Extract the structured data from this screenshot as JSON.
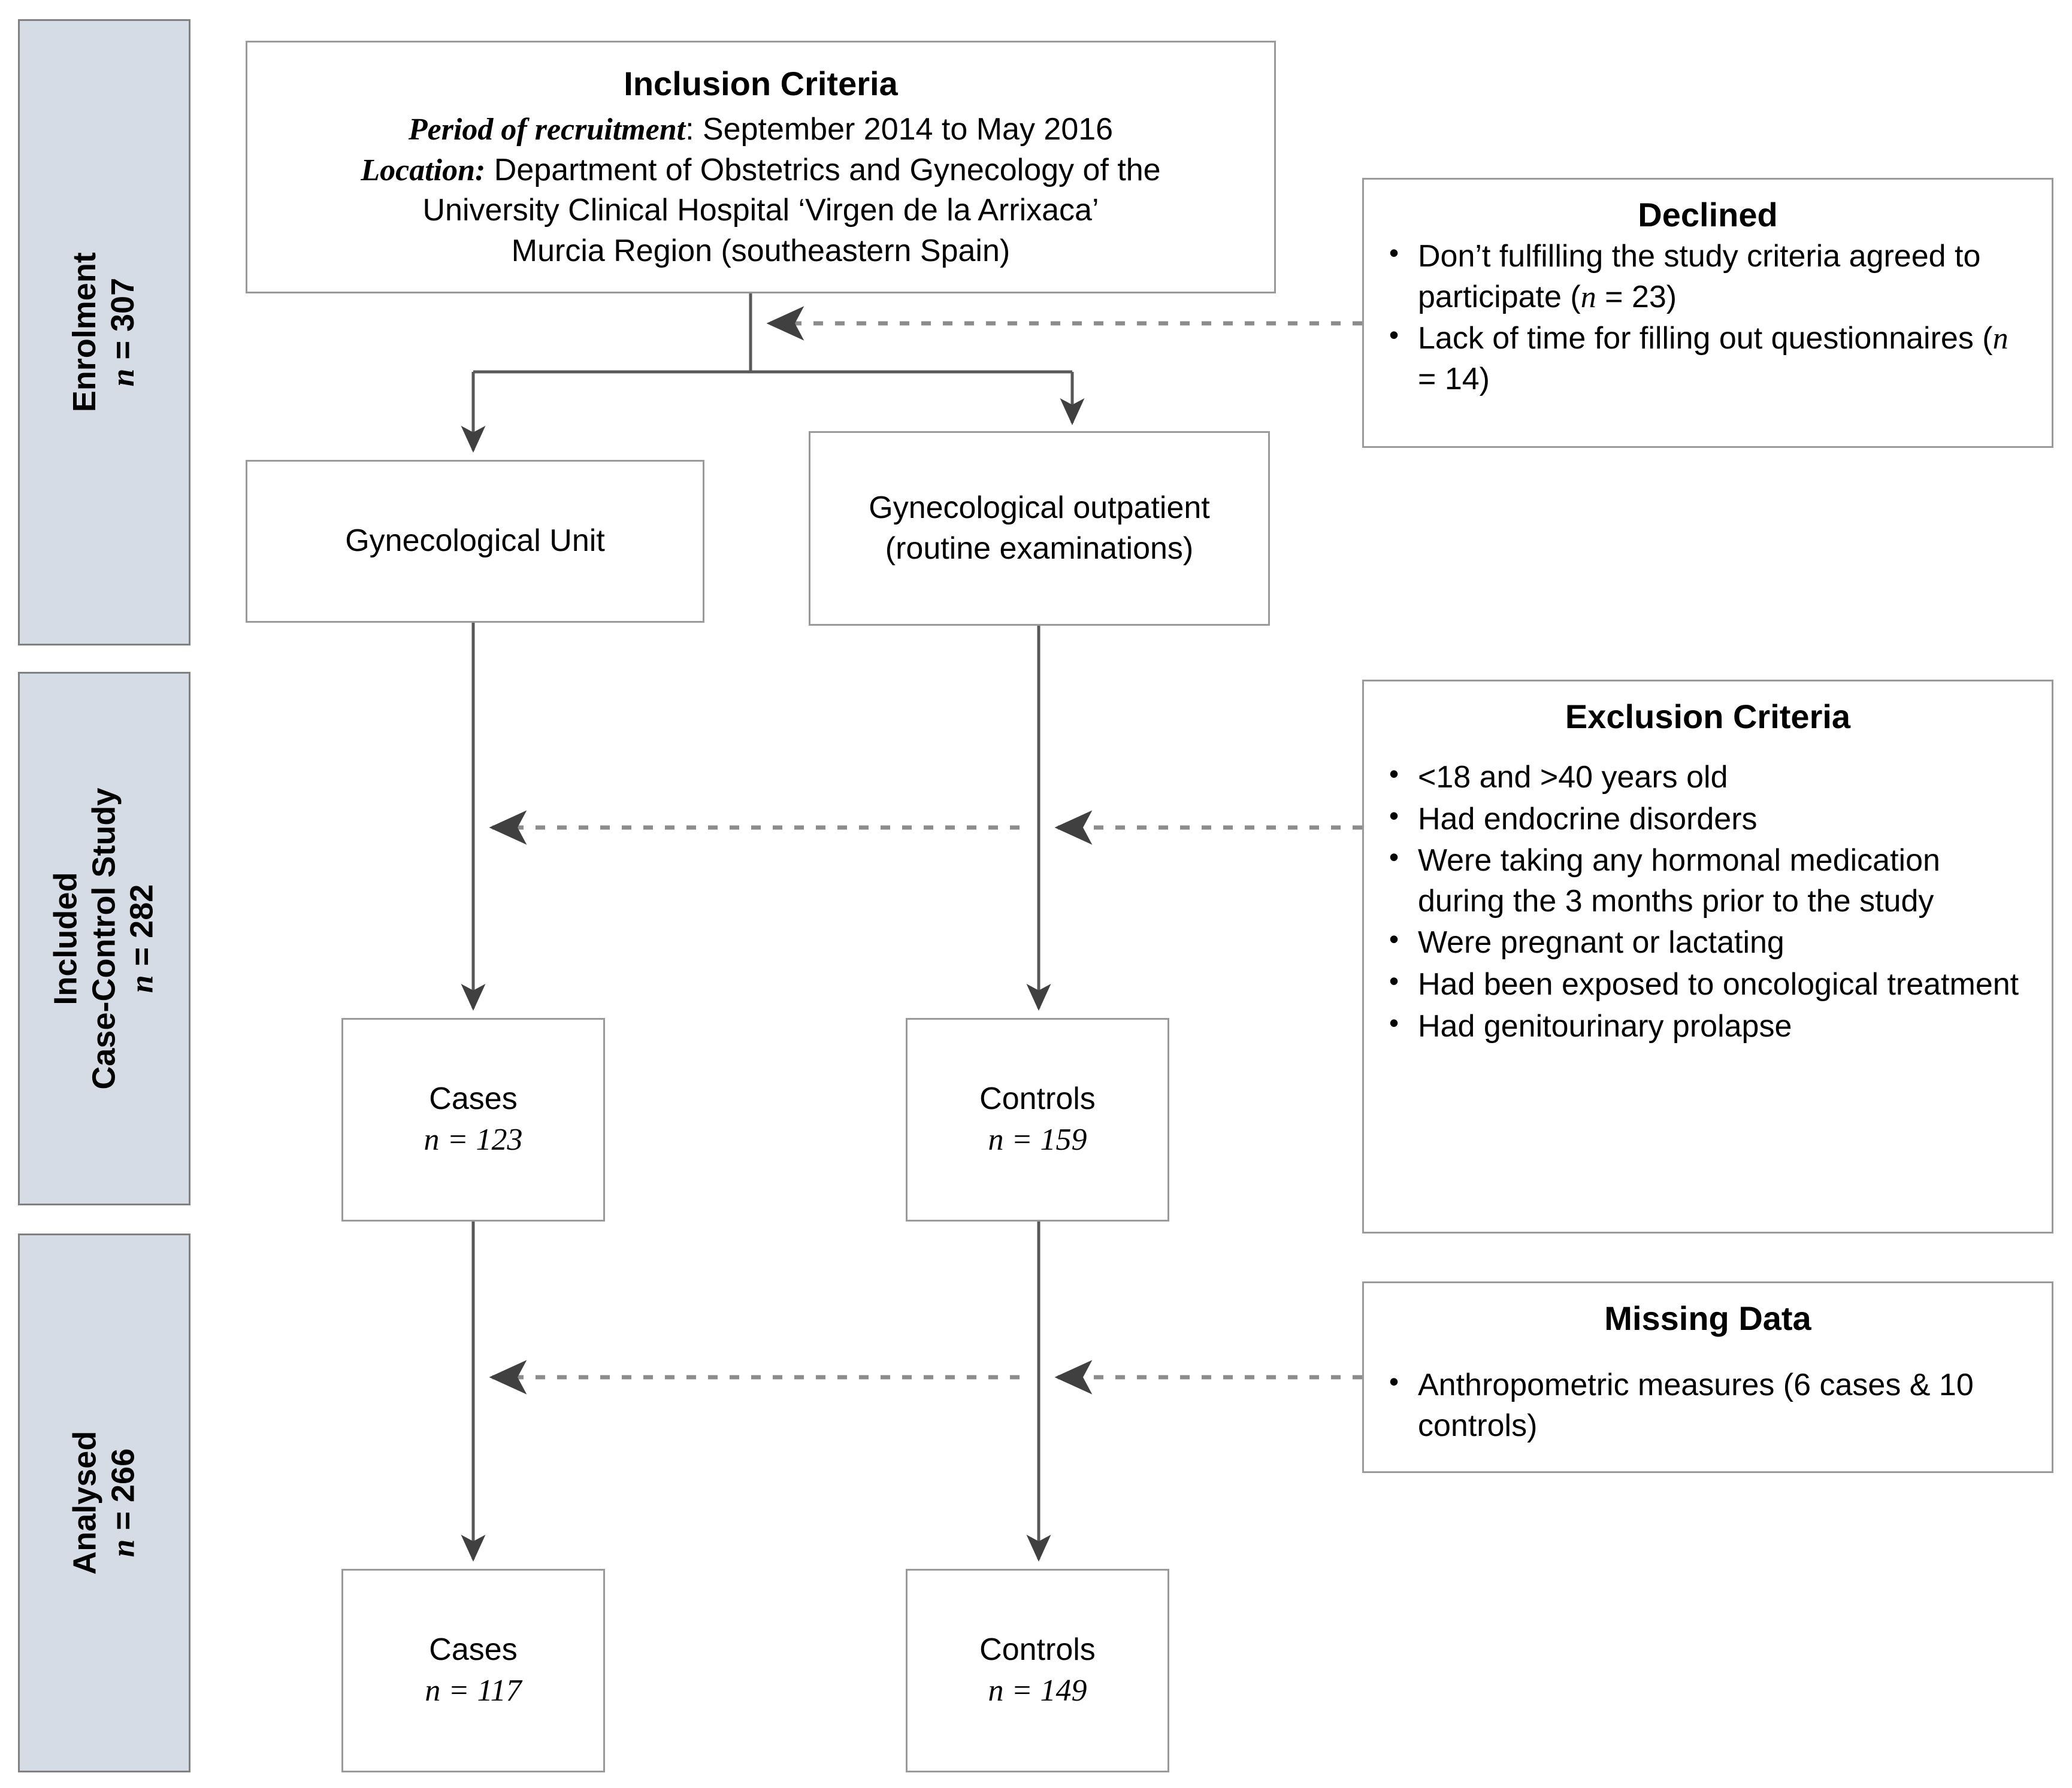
{
  "stages": [
    {
      "name": "enrolment",
      "label": "Enrolment",
      "n_label": "n",
      "n_value": "= 307"
    },
    {
      "name": "included-case-control",
      "label_line1": "Included",
      "label_line2": "Case-Control Study",
      "n_label": "n",
      "n_value": "= 282"
    },
    {
      "name": "analysed",
      "label": "Analysed",
      "n_label": "n",
      "n_value": "= 266"
    }
  ],
  "inclusion": {
    "title": "Inclusion Criteria",
    "period_label": "Period of recruitment",
    "period_value": ": September 2014 to May 2016",
    "location_label": "Location:",
    "location_value": " Department of Obstetrics and Gynecology of the",
    "location_line2": "University Clinical Hospital ‘Virgen de la Arrixaca’",
    "location_line3": "Murcia Region (southeastern Spain)"
  },
  "sources": {
    "unit": "Gynecological Unit",
    "outpatient_line1": "Gynecological outpatient",
    "outpatient_line2": "(routine examinations)"
  },
  "groups_included": {
    "cases_title": "Cases",
    "cases_n": "n = 123",
    "controls_title": "Controls",
    "controls_n": "n  = 159"
  },
  "groups_analysed": {
    "cases_title": "Cases",
    "cases_n": "n = 117",
    "controls_title": "Controls",
    "controls_n": "n  = 149"
  },
  "declined": {
    "title": "Declined",
    "items": [
      "Don’t fulfilling the study criteria agreed to participate (n = 23)",
      "Lack of time for filling out questionnaires (n = 14)"
    ]
  },
  "exclusion": {
    "title": "Exclusion Criteria",
    "items": [
      "<18 and >40 years old",
      "Had endocrine disorders",
      "Were taking any hormonal medication during the 3 months prior to the study",
      "Were pregnant or lactating",
      "Had been exposed to oncological treatment",
      "Had genitourinary prolapse"
    ]
  },
  "missing": {
    "title": "Missing Data",
    "items": [
      "Anthropometric measures (6 cases & 10 controls)"
    ]
  },
  "colors": {
    "stage_fill": "#D6DCE5",
    "stage_border": "#808080",
    "box_border": "#9a9a9a",
    "edge": "#595959"
  }
}
